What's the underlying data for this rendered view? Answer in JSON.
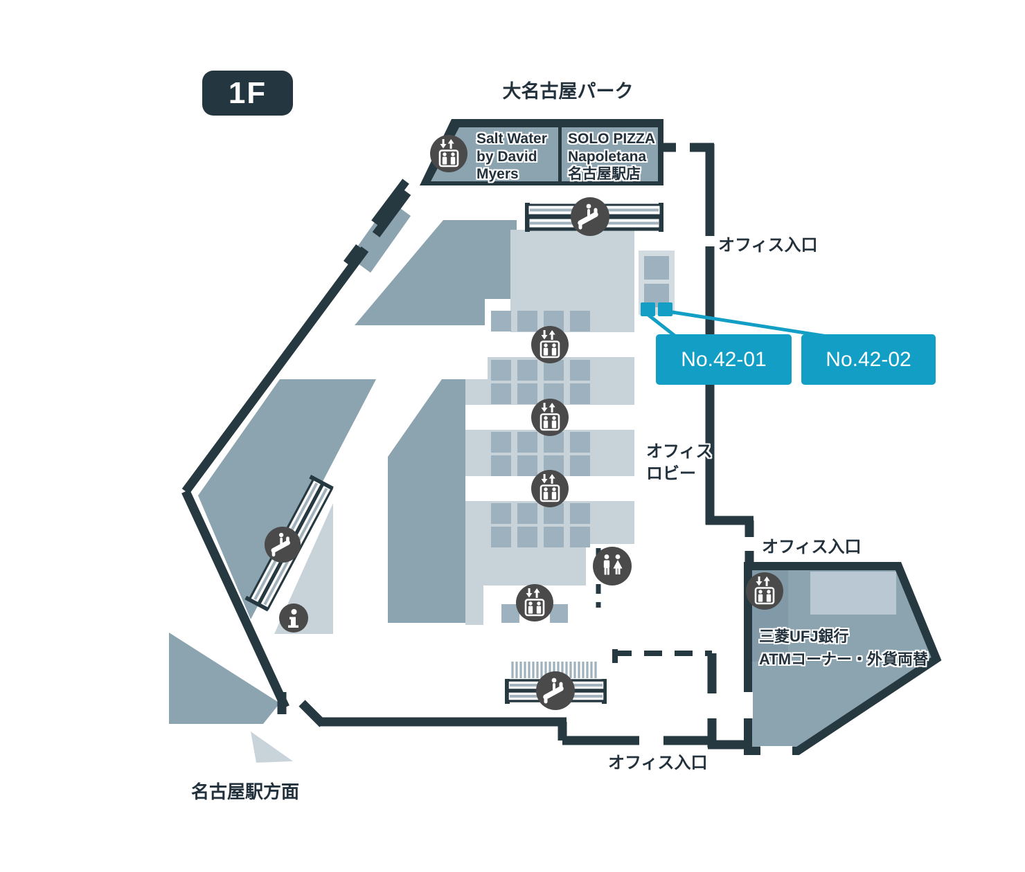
{
  "floor_badge": {
    "label": "1F"
  },
  "labels": {
    "top_area": "大名古屋パーク",
    "station": "名古屋駅方面",
    "office_lobby": "オフィス\nロビー",
    "office_entrance_top": "オフィス入口",
    "office_entrance_right": "オフィス入口",
    "office_entrance_bottom": "オフィス入口"
  },
  "shops": [
    {
      "name": "Salt Water\nby David\nMyers"
    },
    {
      "name": "SOLO PIZZA\nNapoletana\n名古屋駅店"
    }
  ],
  "bank": {
    "name": "三菱UFJ銀行\nATMコーナー・外貨両替"
  },
  "units": [
    {
      "id": "No.42-01"
    },
    {
      "id": "No.42-02"
    }
  ],
  "icons": {
    "elevator": "elevator-icon",
    "escalator": "escalator-icon",
    "restroom": "restroom-icon",
    "information": "information-icon"
  },
  "colors": {
    "wall": "#263840",
    "area": "#8CA3B0",
    "core": "#C7D2D9",
    "shaft": "#9DB2BE",
    "accent": "#139FC5",
    "icon_circle": "#4A4A4A"
  }
}
